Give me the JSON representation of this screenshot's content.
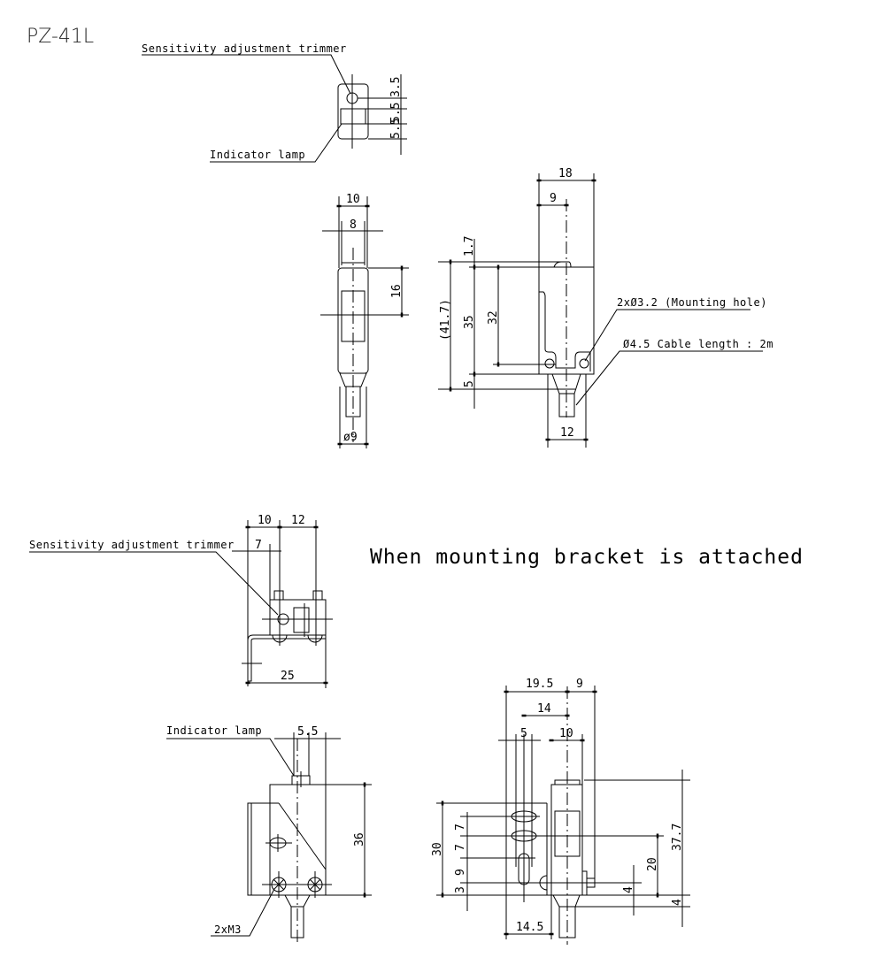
{
  "title": "PZ-41L",
  "note": "When mounting bracket is attached",
  "labels": {
    "trimmer": "Sensitivity adjustment trimmer",
    "lamp": "Indicator lamp",
    "mounting_hole": "2xØ3.2 (Mounting hole)",
    "cable": "Ø4.5 Cable length : 2m",
    "m3": "2xM3"
  },
  "top_view": {
    "d1": "3.5",
    "d2": "5.5",
    "d3": "5.5"
  },
  "front_view": {
    "w": "10",
    "w_inner": "8",
    "h": "16",
    "dia": "ø9"
  },
  "side_view": {
    "w": "18",
    "half": "9",
    "total": "(41.7)",
    "top": "1.7",
    "body": "35",
    "holes": "32",
    "bottom": "5",
    "cable_w": "12"
  },
  "bracket_top": {
    "d10": "10",
    "d12": "12",
    "d7": "7",
    "d25": "25"
  },
  "bracket_front": {
    "d55": "5.5",
    "d36": "36"
  },
  "bracket_side": {
    "d195": "19.5",
    "d9": "9",
    "d14": "14",
    "d5": "5",
    "d10": "10",
    "d145": "14.5",
    "d30": "30",
    "c1": "7",
    "c2": "7",
    "c3": "9",
    "c4": "3",
    "d20": "20",
    "d377": "37.7",
    "d4a": "4",
    "d4b": "4"
  }
}
